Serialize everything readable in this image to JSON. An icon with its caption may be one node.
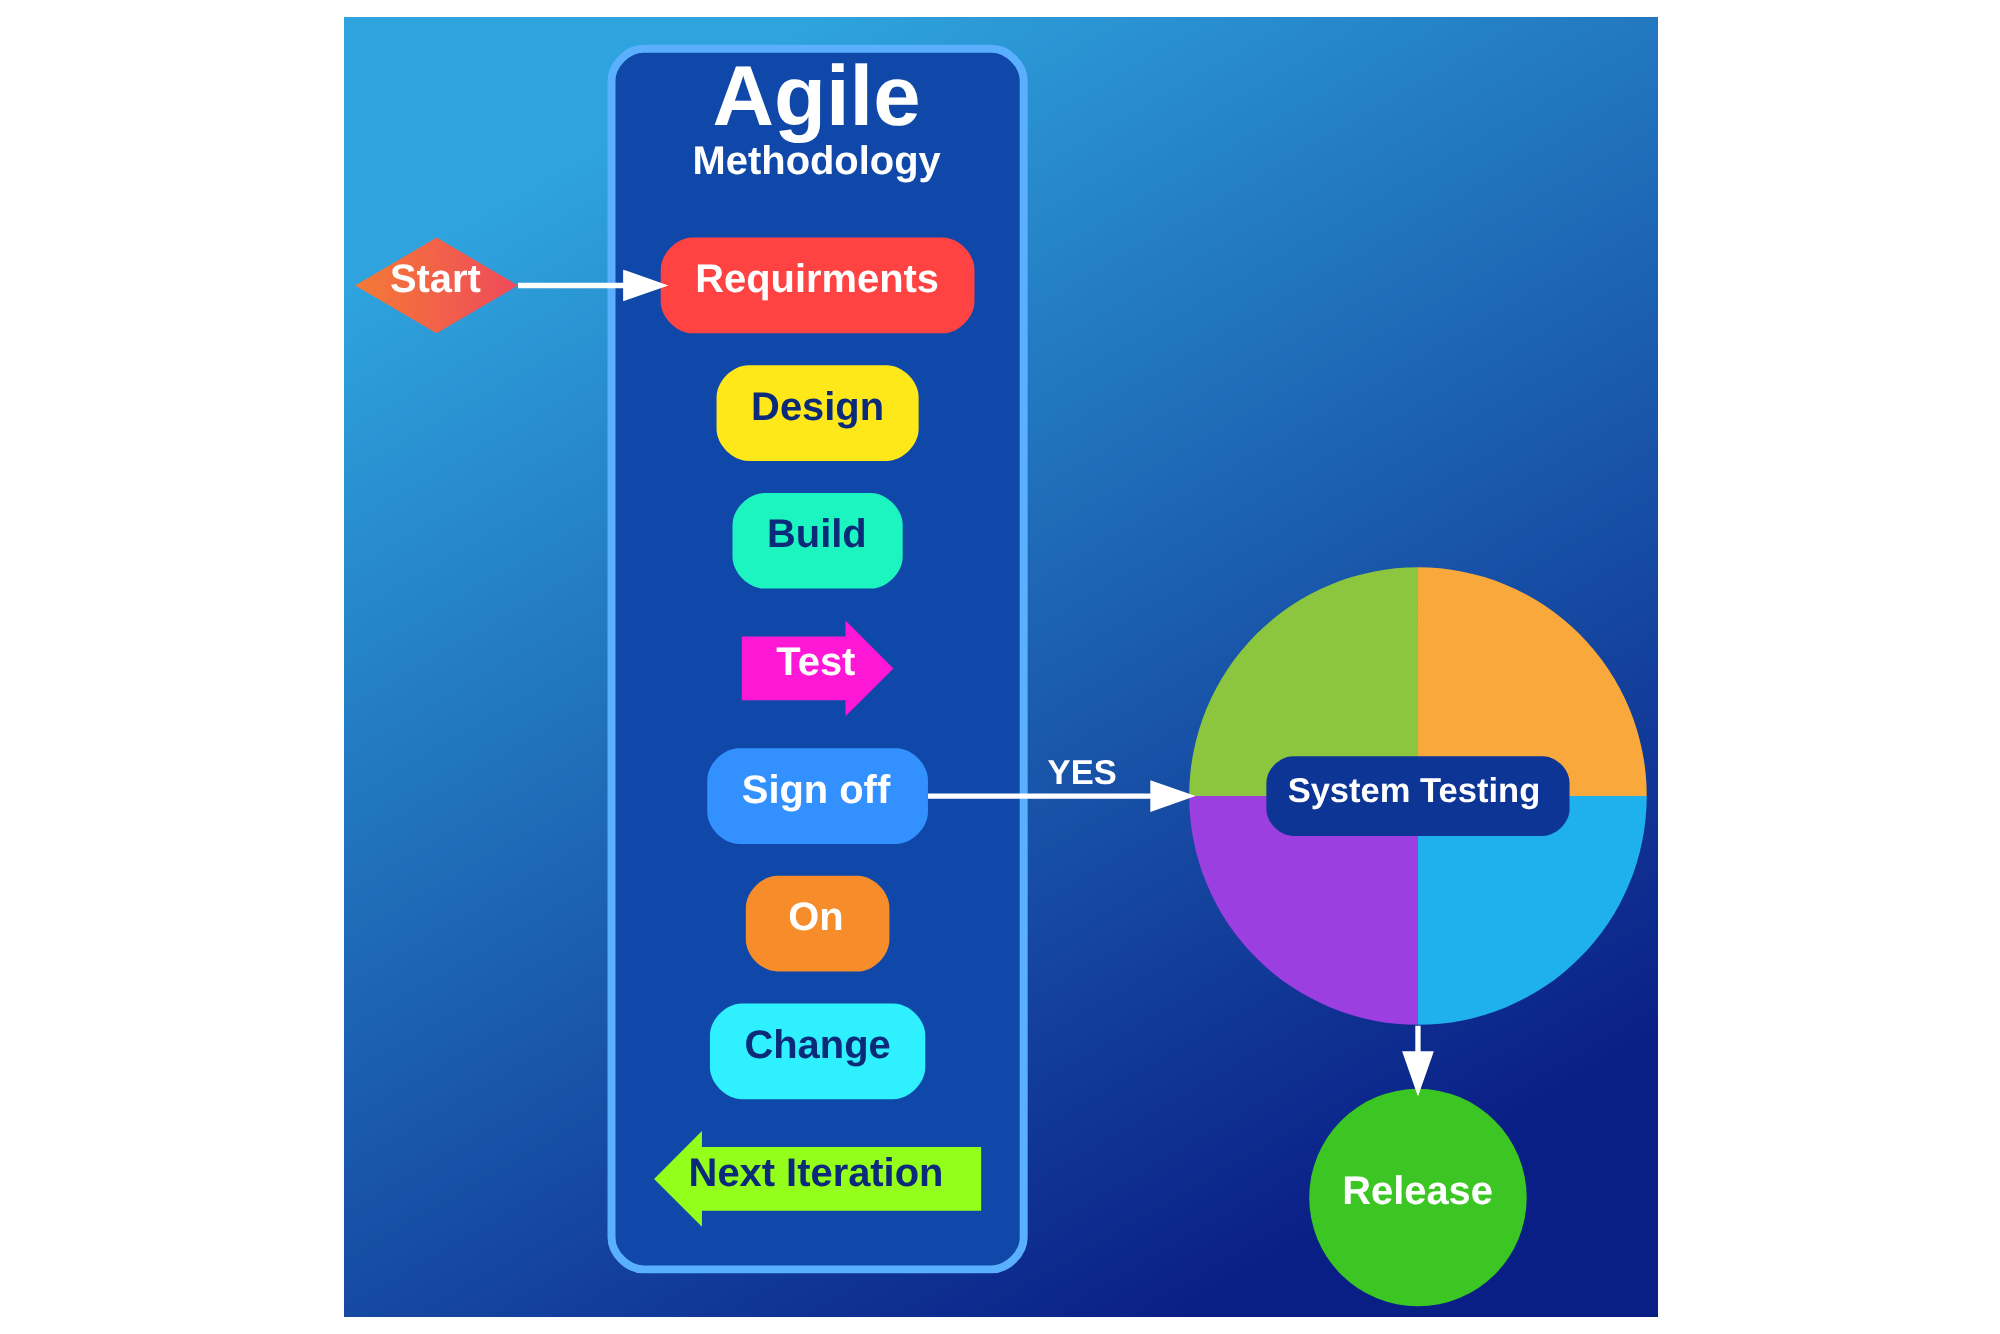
{
  "diagram": {
    "nodes": [
      {
        "text": [
          "Start"
        ]
      },
      {
        "text": [
          "Agile",
          "Methodology"
        ]
      },
      {
        "text": [
          "Requirments"
        ],
        "in": 1
      },
      {
        "text": [
          "Design"
        ],
        "in": 1
      },
      {
        "text": [
          "Build"
        ],
        "in": 1
      },
      {
        "text": [
          "Test"
        ],
        "in": 1
      },
      {
        "text": [
          "Sign off"
        ],
        "in": 1
      },
      {
        "text": [
          "On"
        ],
        "in": 1
      },
      {
        "text": [
          "Change"
        ],
        "in": 1
      },
      {
        "text": [
          "Next Iteration"
        ],
        "in": 1
      },
      {
        "text": [
          "System Testing"
        ]
      },
      {
        "text": [
          "Release"
        ]
      }
    ],
    "edges": [
      {
        "from": 0,
        "to": 2,
        "arrow": "to"
      },
      {
        "from": 6,
        "to": 10,
        "arrow": "to",
        "label": "YES"
      },
      {
        "from": 10,
        "to": 11,
        "arrow": "to"
      }
    ]
  }
}
